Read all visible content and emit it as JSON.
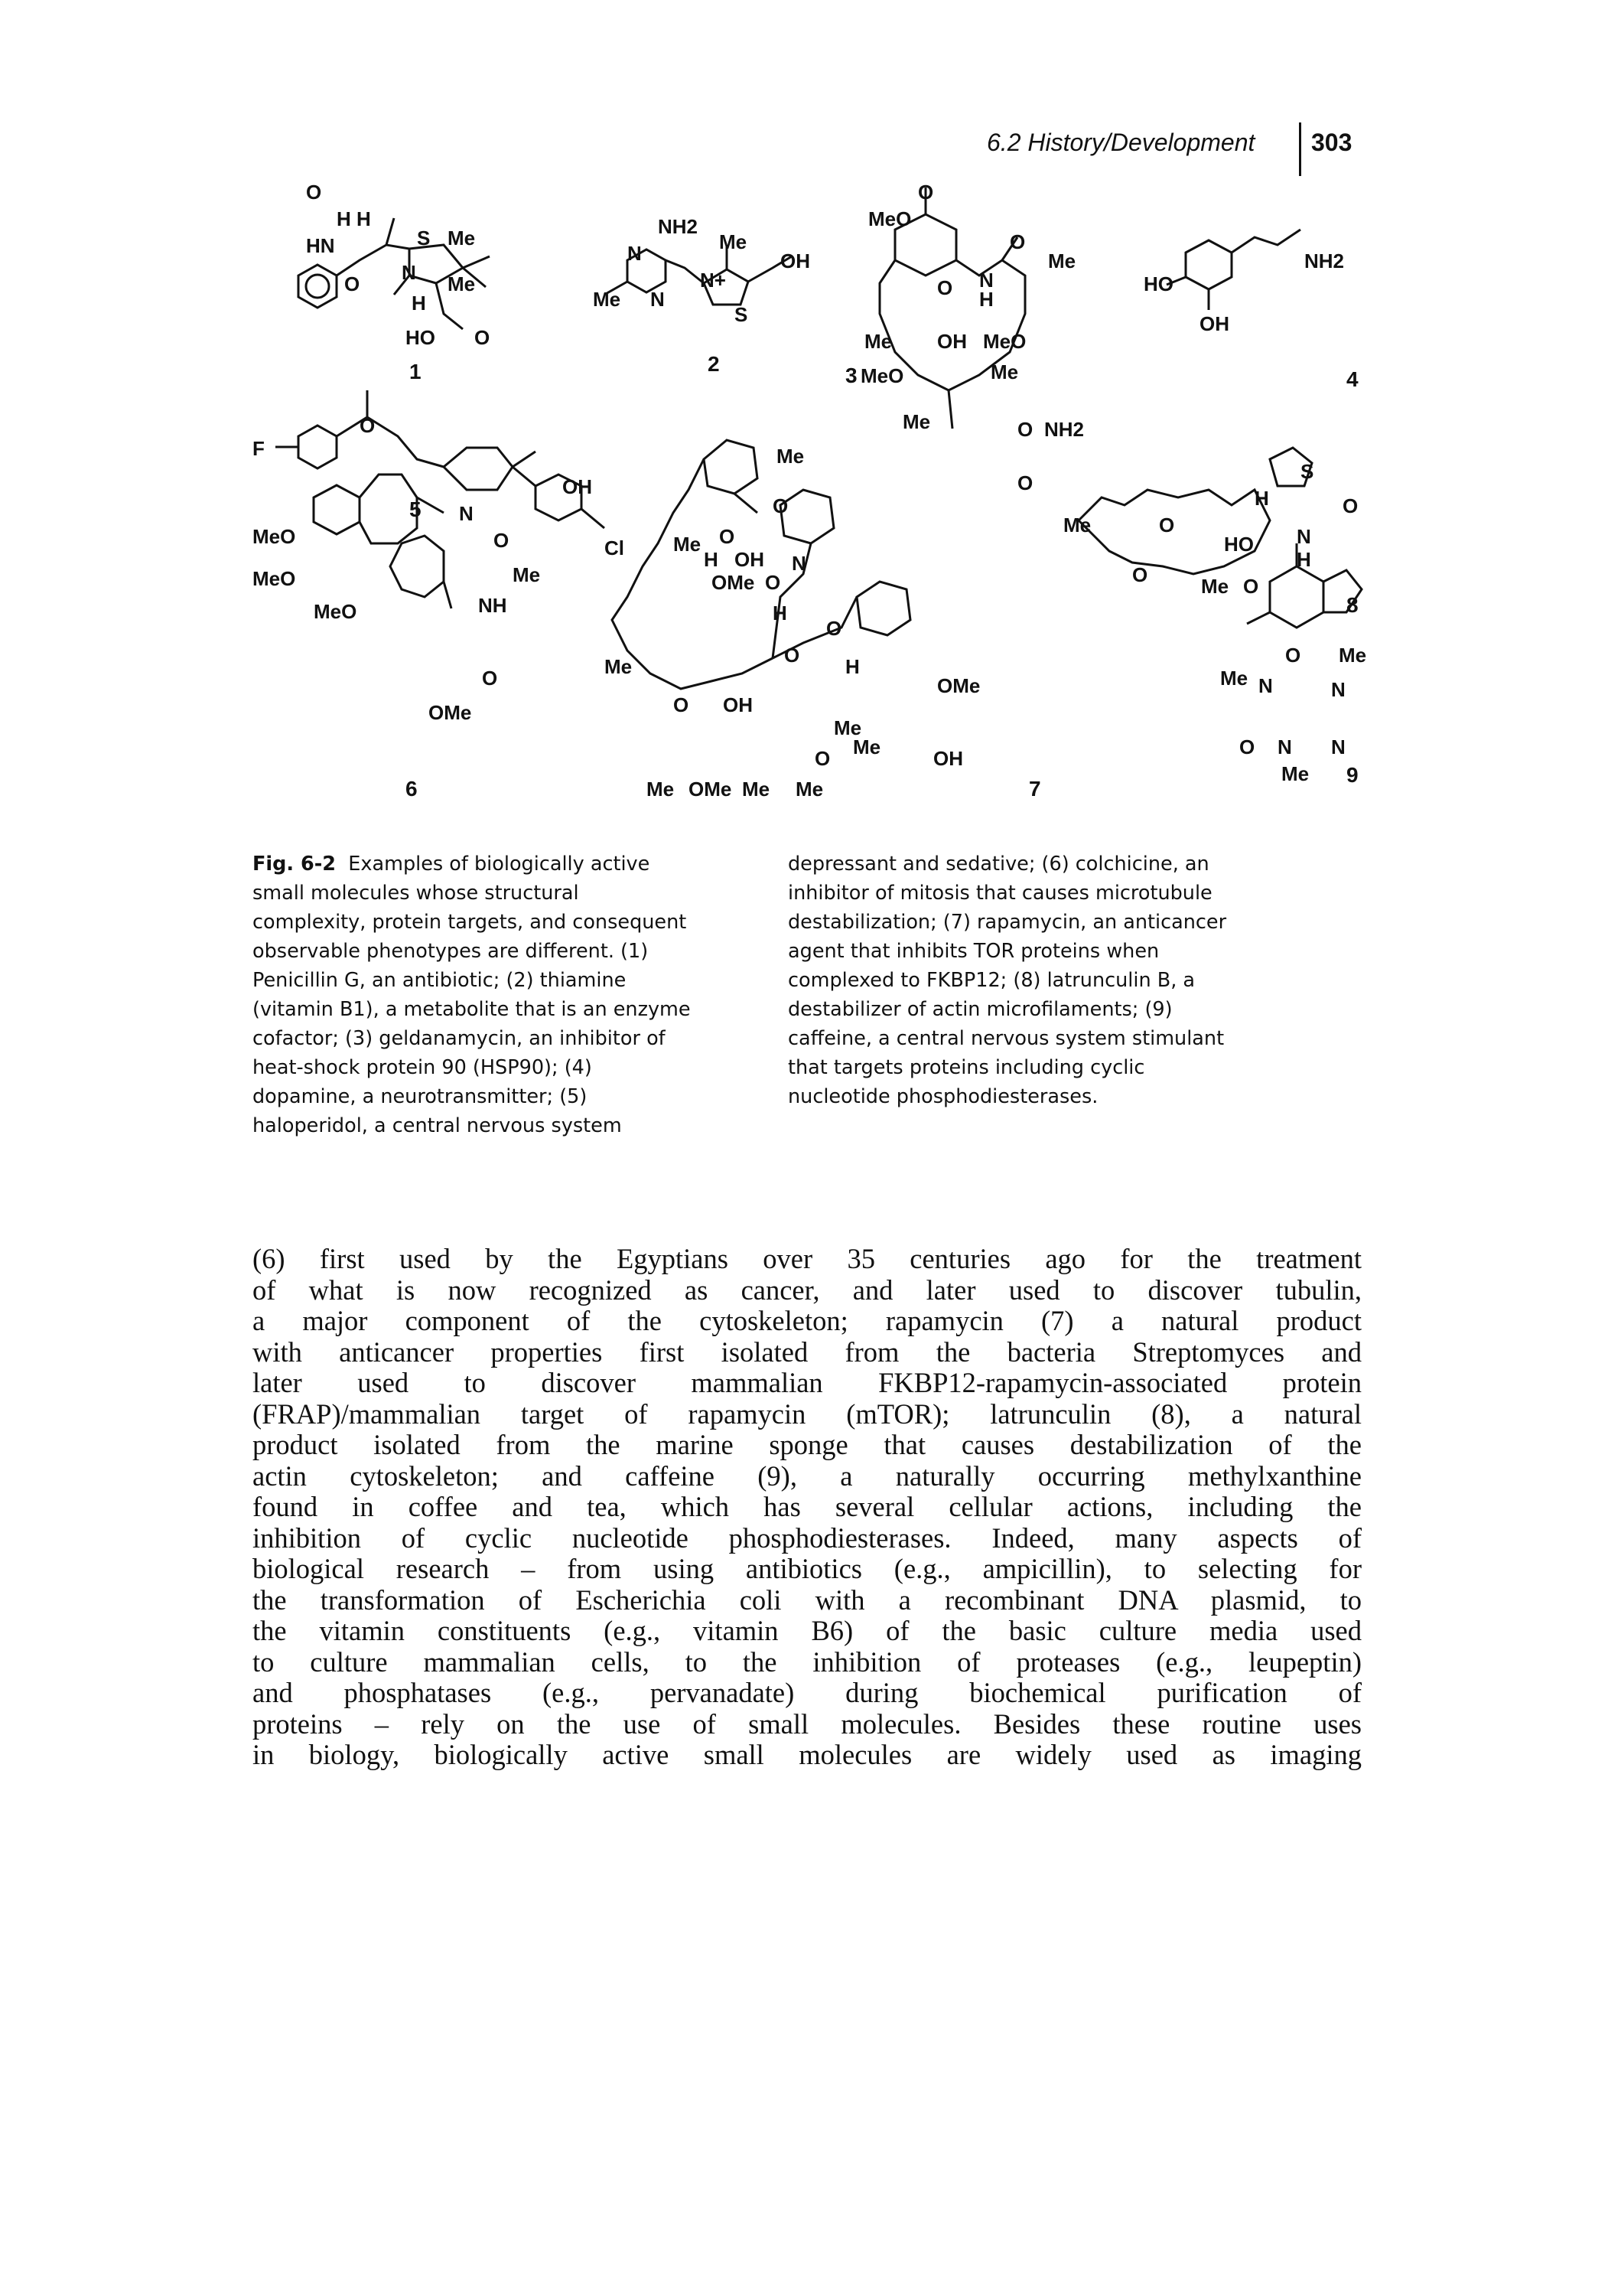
{
  "running_head": {
    "section": "6.2  History/Development",
    "page_number": "303"
  },
  "figure": {
    "compound_numbers": [
      "1",
      "2",
      "3",
      "4",
      "5",
      "6",
      "7",
      "8",
      "9"
    ],
    "atom_labels": {
      "c1": [
        "O",
        "H H",
        "HN",
        "S",
        "Me",
        "Me",
        "N",
        "O",
        "H",
        "HO",
        "O"
      ],
      "c2": [
        "NH2",
        "N",
        "N",
        "Me",
        "Me",
        "N+",
        "OH",
        "S"
      ],
      "c3": [
        "O",
        "MeO",
        "O",
        "N",
        "H",
        "Me",
        "O",
        "Me",
        "OH",
        "MeO",
        "MeO",
        "Me",
        "Me",
        "O",
        "NH2",
        "O"
      ],
      "c4": [
        "HO",
        "OH",
        "NH2"
      ],
      "c5": [
        "F",
        "O",
        "N",
        "OH",
        "Cl"
      ],
      "c6": [
        "MeO",
        "MeO",
        "MeO",
        "O",
        "Me",
        "NH",
        "O",
        "OMe"
      ],
      "c7": [
        "Me",
        "Me",
        "O",
        "H",
        "OH",
        "O",
        "OMe",
        "O",
        "N",
        "H",
        "O",
        "O",
        "Me",
        "O",
        "OH",
        "H",
        "OMe",
        "OH",
        "Me",
        "Me",
        "OMe",
        "Me",
        "Me",
        "Me",
        "O"
      ],
      "c8": [
        "Me",
        "O",
        "O",
        "H",
        "S",
        "HO",
        "N",
        "O",
        "H",
        "O",
        "Me"
      ],
      "c9": [
        "O",
        "Me",
        "Me",
        "N",
        "N",
        "O",
        "N",
        "N",
        "Me"
      ]
    }
  },
  "caption": {
    "label": "Fig. 6-2",
    "col1_lines": [
      "Examples of biologically active",
      "small molecules whose structural",
      "complexity, protein targets, and consequent",
      "observable phenotypes are different. (1)",
      "Penicillin G, an antibiotic; (2) thiamine",
      "(vitamin B1), a metabolite that is an enzyme",
      "cofactor; (3) geldanamycin, an inhibitor of",
      "heat-shock protein 90 (HSP90); (4)",
      "dopamine, a neurotransmitter; (5)",
      "haloperidol, a central nervous system"
    ],
    "col2_lines": [
      "depressant and sedative; (6) colchicine, an",
      "inhibitor of mitosis that causes microtubule",
      "destabilization; (7) rapamycin, an anticancer",
      "agent that inhibits TOR proteins when",
      "complexed to FKBP12; (8) latrunculin B, a",
      "destabilizer of actin microfilaments; (9)",
      "caffeine, a central nervous system stimulant",
      "that targets proteins including cyclic",
      "nucleotide phosphodiesterases."
    ]
  },
  "body_lines": [
    "(6) first used by the Egyptians over 35 centuries ago for the treatment",
    "of what is now recognized as cancer, and later used to discover tubulin,",
    "a major component of the cytoskeleton; rapamycin (7) a natural product",
    "with anticancer properties first isolated from the bacteria Streptomyces and",
    "later used to discover mammalian FKBP12-rapamycin-associated protein",
    "(FRAP)/mammalian target of rapamycin (mTOR); latrunculin (8), a natural",
    "product isolated from the marine sponge that causes destabilization of the",
    "actin cytoskeleton; and caffeine (9), a naturally occurring methylxanthine",
    "found in coffee and tea, which has several cellular actions, including the",
    "inhibition of cyclic nucleotide phosphodiesterases. Indeed, many aspects of",
    "biological research – from using antibiotics (e.g., ampicillin), to selecting for",
    "the transformation of Escherichia coli with a recombinant DNA plasmid, to",
    "the vitamin constituents (e.g., vitamin B6) of the basic culture media used",
    "to culture mammalian cells, to the inhibition of proteases (e.g., leupeptin)",
    "and phosphatases (e.g., pervanadate) during biochemical purification of",
    "proteins – rely on the use of small molecules. Besides these routine uses",
    "in biology, biologically active small molecules are widely used as imaging"
  ]
}
